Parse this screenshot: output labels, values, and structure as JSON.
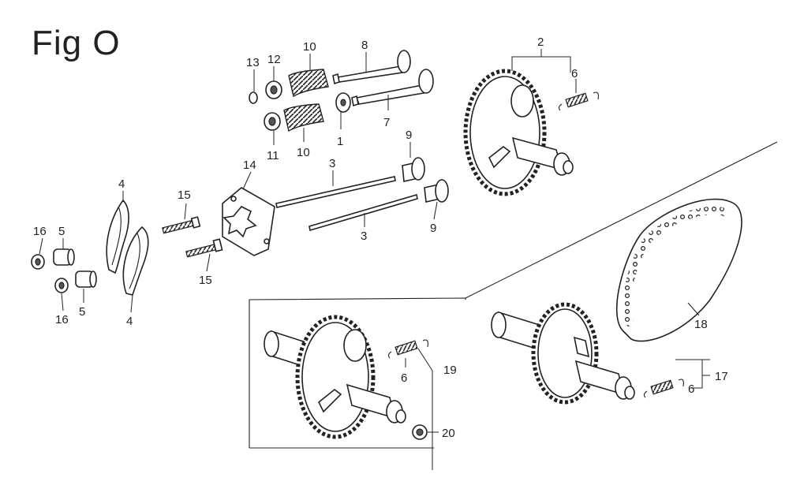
{
  "figure": {
    "title": "Fig O"
  },
  "callouts": {
    "c1": "1",
    "c2": "2",
    "c3a": "3",
    "c3b": "3",
    "c4a": "4",
    "c4b": "4",
    "c5a": "5",
    "c5b": "5",
    "c6a": "6",
    "c6b": "6",
    "c6c": "6",
    "c7": "7",
    "c8": "8",
    "c9a": "9",
    "c9b": "9",
    "c10a": "10",
    "c10b": "10",
    "c11": "11",
    "c12": "12",
    "c13": "13",
    "c14": "14",
    "c15a": "15",
    "c15b": "15",
    "c16a": "16",
    "c16b": "16",
    "c17": "17",
    "c18": "18",
    "c19": "19",
    "c20": "20"
  }
}
